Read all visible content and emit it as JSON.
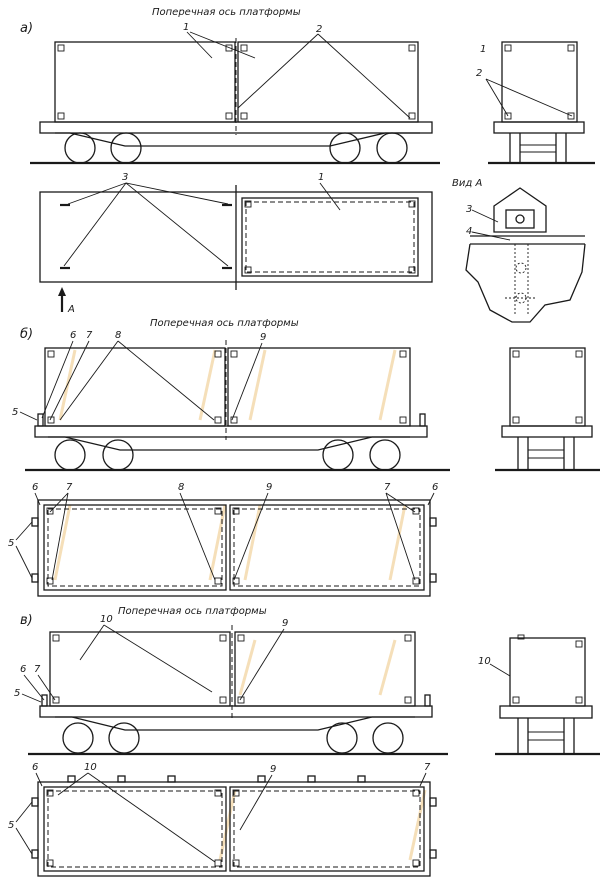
{
  "figure": {
    "axis_caption": "Поперечная ось платформы",
    "view_caption": "Вид А",
    "arrow_label": "А",
    "sections": [
      "а)",
      "б)",
      "в)"
    ],
    "callouts": [
      "1",
      "2",
      "3",
      "4",
      "5",
      "6",
      "7",
      "8",
      "9",
      "10"
    ]
  }
}
